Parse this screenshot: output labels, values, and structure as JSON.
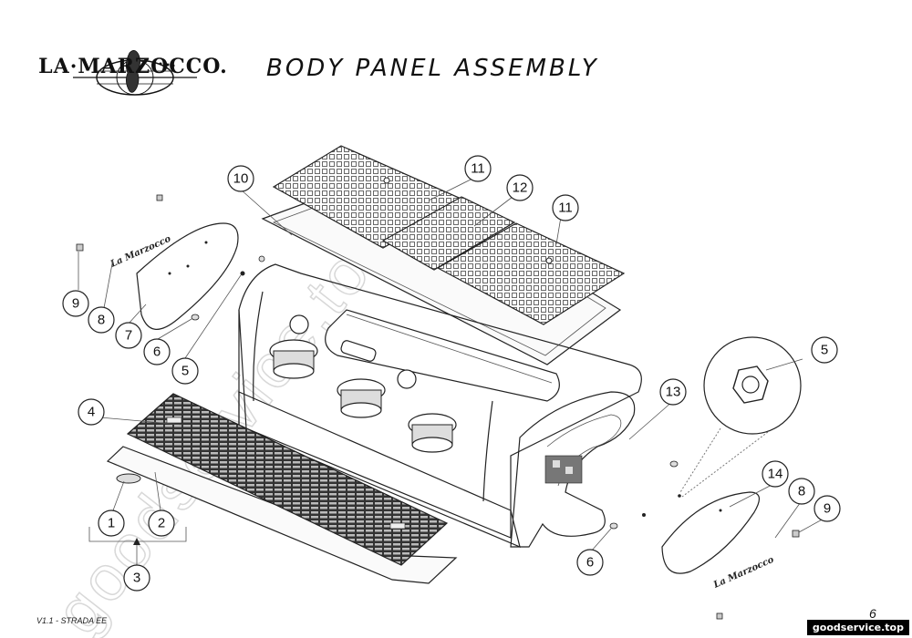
{
  "header": {
    "brand": "LA·MARZOCCO.",
    "title": "BODY PANEL ASSEMBLY"
  },
  "diagram": {
    "callouts": [
      {
        "id": "c10",
        "label": "10"
      },
      {
        "id": "c11a",
        "label": "11"
      },
      {
        "id": "c12",
        "label": "12"
      },
      {
        "id": "c11b",
        "label": "11"
      },
      {
        "id": "c9a",
        "label": "9"
      },
      {
        "id": "c8a",
        "label": "8"
      },
      {
        "id": "c7",
        "label": "7"
      },
      {
        "id": "c6a",
        "label": "6"
      },
      {
        "id": "c5a",
        "label": "5"
      },
      {
        "id": "c4",
        "label": "4"
      },
      {
        "id": "c1",
        "label": "1"
      },
      {
        "id": "c2",
        "label": "2"
      },
      {
        "id": "c3",
        "label": "3"
      },
      {
        "id": "c5b",
        "label": "5"
      },
      {
        "id": "c13",
        "label": "13"
      },
      {
        "id": "c14",
        "label": "14"
      },
      {
        "id": "c8b",
        "label": "8"
      },
      {
        "id": "c9b",
        "label": "9"
      },
      {
        "id": "c6b",
        "label": "6"
      }
    ],
    "side_logo_left": "La Marzocco",
    "side_logo_right": "La Marzocco"
  },
  "footer": {
    "model": "V1.1 - STRADA EE",
    "page": "6"
  },
  "watermark": {
    "diagonal": "goodservice.top",
    "badge": "goodservice.top"
  }
}
